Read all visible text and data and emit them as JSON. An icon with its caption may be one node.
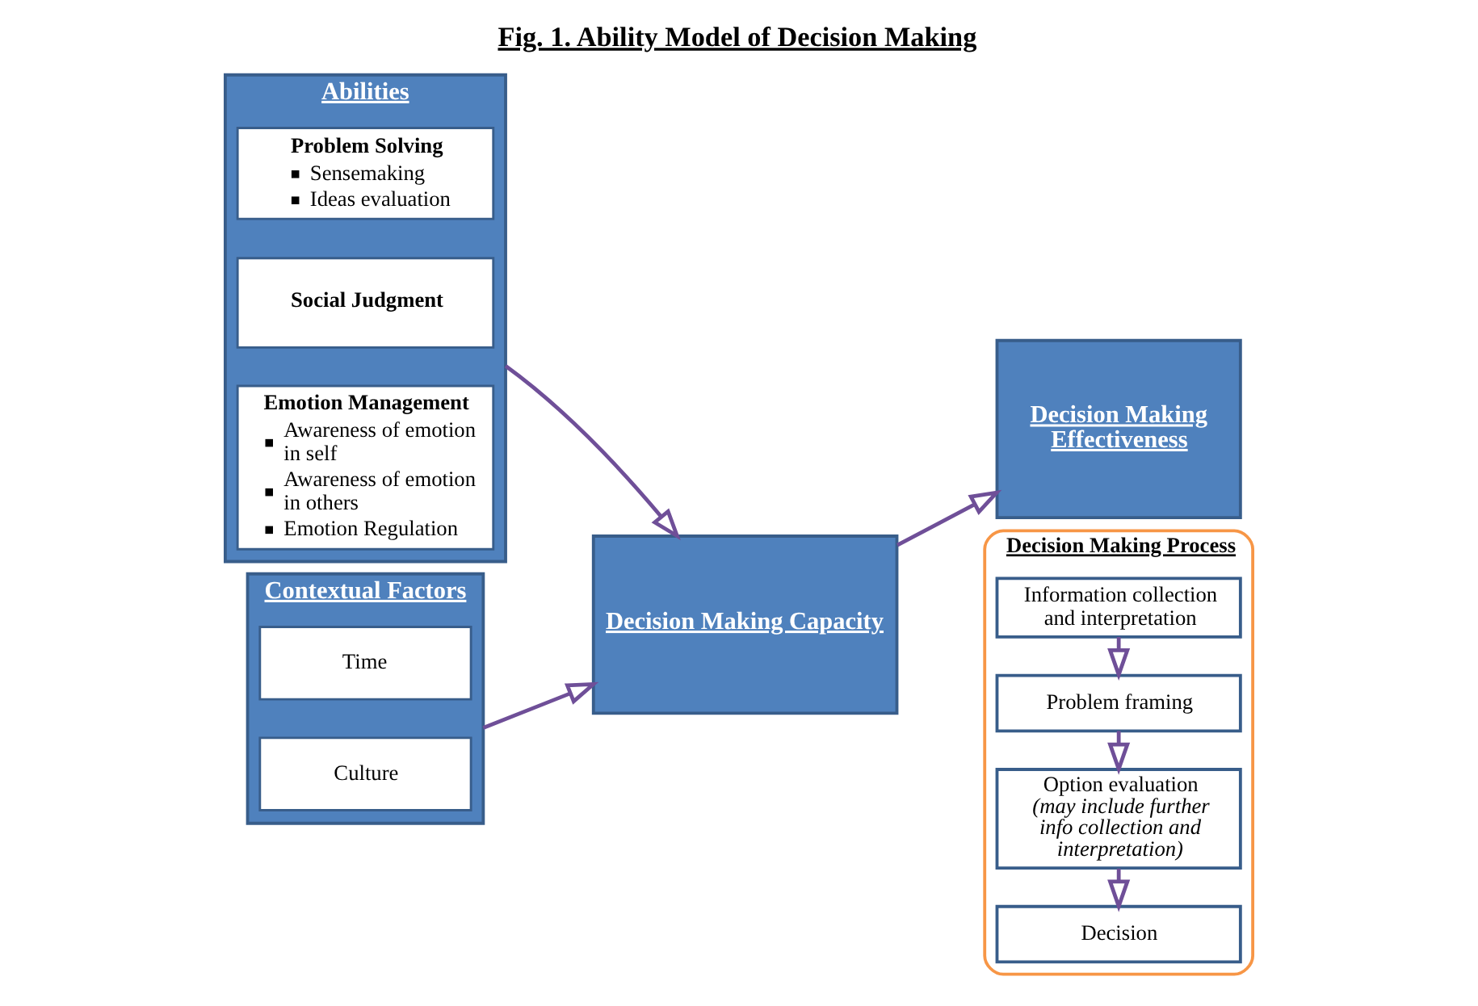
{
  "diagram": {
    "title": "Fig. 1. Ability Model of Decision Making",
    "nodes": [
      {
        "text": [
          "Abilities"
        ]
      },
      {
        "text": [
          "Problem Solving",
          "Sensemaking",
          "Ideas evaluation"
        ],
        "in": 0
      },
      {
        "text": [
          "Social Judgment"
        ],
        "in": 0
      },
      {
        "text": [
          "Emotion Management",
          "Awareness of emotion in self",
          "Awareness of emotion in others",
          "Emotion Regulation"
        ],
        "in": 0
      },
      {
        "text": [
          "Decision Making Capacity"
        ]
      },
      {
        "text": [
          "Decision Making Effectiveness"
        ]
      },
      {
        "text": [
          "Contextual Factors"
        ]
      },
      {
        "text": [
          "Time"
        ],
        "in": 6
      },
      {
        "text": [
          "Culture"
        ],
        "in": 6
      },
      {
        "text": [
          "Decision Making Process"
        ]
      },
      {
        "text": [
          "Information collection and interpretation"
        ],
        "in": 9
      },
      {
        "text": [
          "Problem framing"
        ],
        "in": 9
      },
      {
        "text": [
          "Option evaluation *(may include further info collection and interpretation)*"
        ],
        "in": 9
      },
      {
        "text": [
          "Decision"
        ],
        "in": 9
      }
    ],
    "edges": [
      {
        "from": 0,
        "to": 4,
        "arrow": "to"
      },
      {
        "from": 6,
        "to": 4,
        "arrow": "to"
      },
      {
        "from": 4,
        "to": 5,
        "arrow": "to"
      },
      {
        "from": 10,
        "to": 11,
        "arrow": "to"
      },
      {
        "from": 11,
        "to": 12,
        "arrow": "to"
      },
      {
        "from": 12,
        "to": 13,
        "arrow": "to"
      }
    ]
  }
}
